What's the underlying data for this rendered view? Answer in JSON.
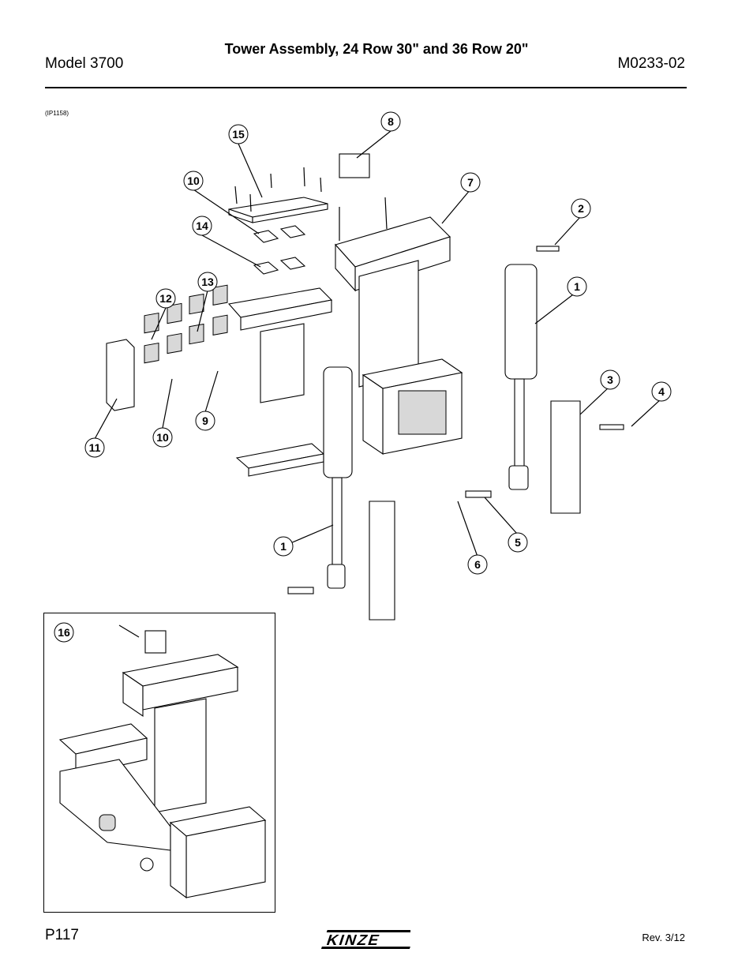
{
  "header": {
    "title": "Tower Assembly, 24 Row 30\" and 36 Row 20\"",
    "model": "Model 3700",
    "doc_number": "M0233-02"
  },
  "figure": {
    "ref_code": "(IP1158)",
    "callouts": [
      "1",
      "1",
      "2",
      "3",
      "4",
      "5",
      "6",
      "7",
      "8",
      "9",
      "10",
      "10",
      "11",
      "12",
      "13",
      "14",
      "15",
      "16"
    ]
  },
  "footer": {
    "page": "P117",
    "brand": "KINZE",
    "revision": "Rev. 3/12"
  }
}
